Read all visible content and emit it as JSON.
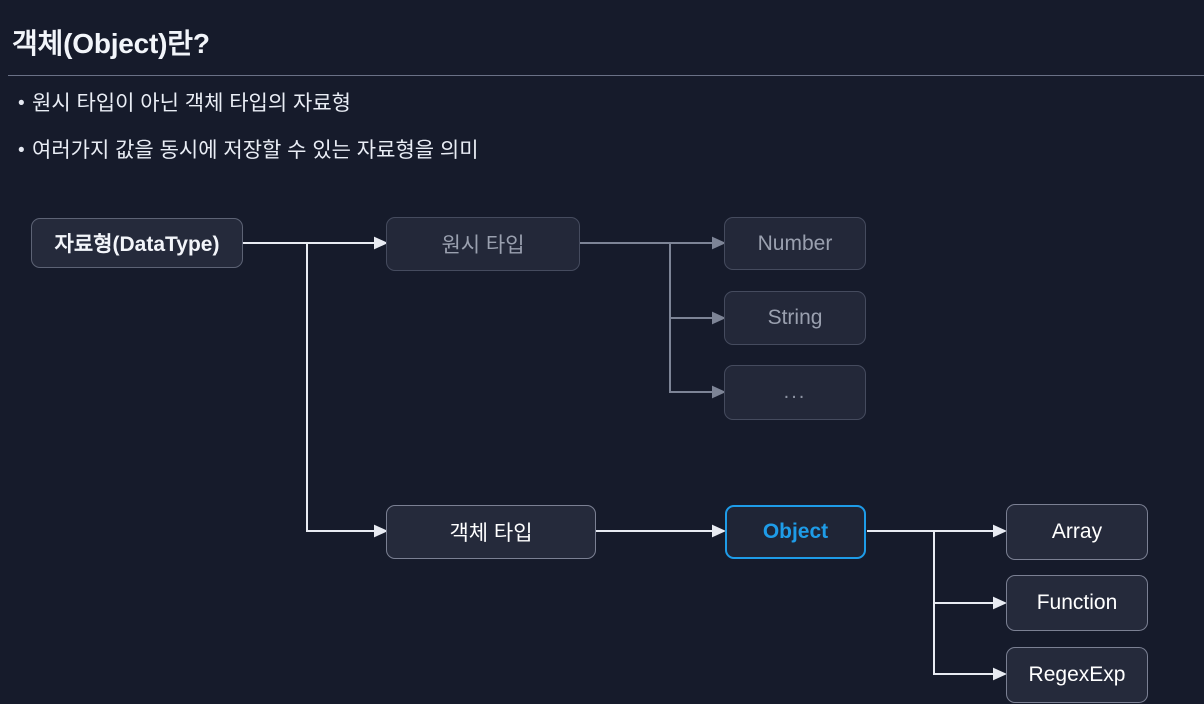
{
  "slide": {
    "title": "객체(Object)란?",
    "bullet_marker": "•",
    "bullets": [
      "원시 타입이 아닌 객체 타입의 자료형",
      "여러가지 값을 동시에 저장할 수 있는 자료형을 의미"
    ]
  },
  "colors": {
    "background": "#161b2b",
    "text": "#eceff6",
    "dim_text": "#9aa0af",
    "highlight": "#1e9ce8",
    "edge_bright": "#e8ebf2",
    "edge_dim": "#7d8496",
    "node_fill": "#222738",
    "node_border": "#5d6375"
  },
  "diagram": {
    "nodes": {
      "datatype": {
        "label": "자료형(DataType)",
        "state": "root"
      },
      "primitive_type": {
        "label": "원시 타입",
        "state": "dim"
      },
      "number": {
        "label": "Number",
        "state": "dim"
      },
      "string": {
        "label": "String",
        "state": "dim"
      },
      "etc": {
        "label": "...",
        "state": "dim"
      },
      "object_type": {
        "label": "객체 타입",
        "state": "strong"
      },
      "object": {
        "label": "Object",
        "state": "highlight"
      },
      "array": {
        "label": "Array",
        "state": "strong"
      },
      "function": {
        "label": "Function",
        "state": "strong"
      },
      "regexexp": {
        "label": "RegexExp",
        "state": "strong"
      }
    },
    "edges": [
      {
        "from": "datatype",
        "to": "primitive_type",
        "style": "bright"
      },
      {
        "from": "datatype",
        "to": "object_type",
        "style": "bright"
      },
      {
        "from": "primitive_type",
        "to": "number",
        "style": "dim"
      },
      {
        "from": "primitive_type",
        "to": "string",
        "style": "dim"
      },
      {
        "from": "primitive_type",
        "to": "etc",
        "style": "dim"
      },
      {
        "from": "object_type",
        "to": "object",
        "style": "bright"
      },
      {
        "from": "object",
        "to": "array",
        "style": "bright"
      },
      {
        "from": "object",
        "to": "function",
        "style": "bright"
      },
      {
        "from": "object",
        "to": "regexexp",
        "style": "bright"
      }
    ]
  }
}
